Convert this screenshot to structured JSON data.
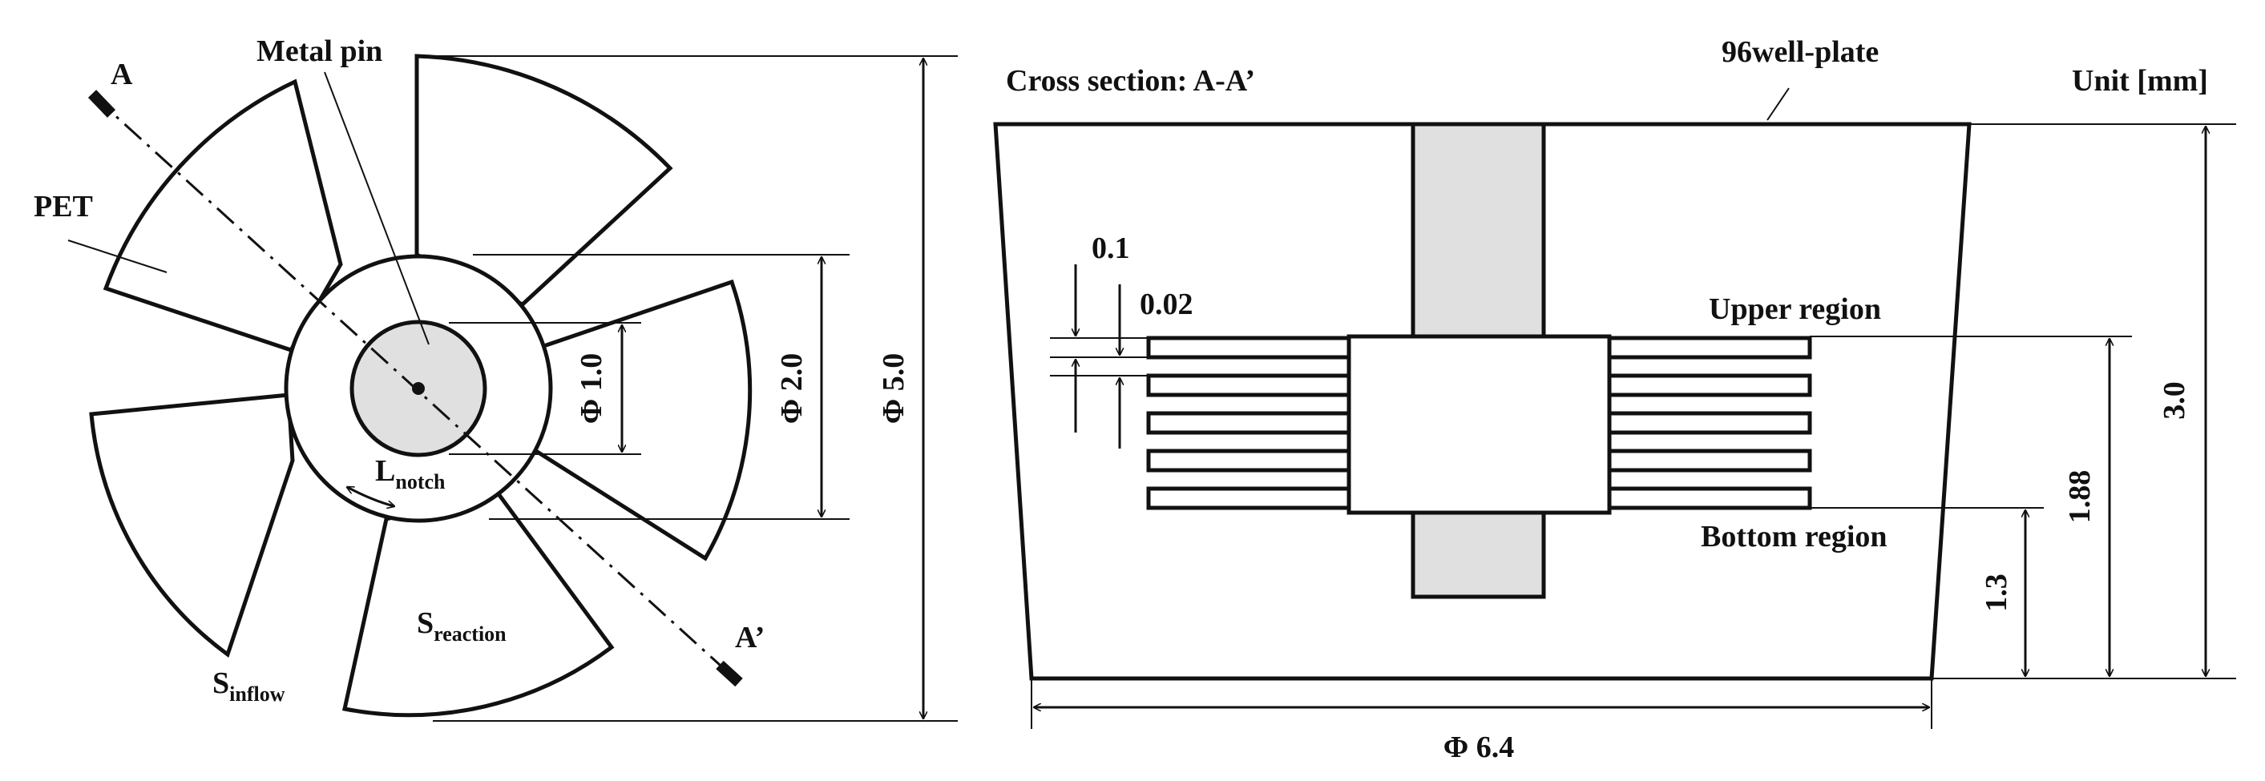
{
  "left_view": {
    "labels": {
      "metal_pin": "Metal pin",
      "pet": "PET",
      "section_start": "A",
      "section_end": "A’",
      "notch_main": "L",
      "notch_sub": "notch",
      "reaction_main": "S",
      "reaction_sub": "reaction",
      "inflow_main": "S",
      "inflow_sub": "inflow"
    },
    "dimensions": {
      "pin_diameter": "Φ 1.0",
      "hub_diameter": "Φ 2.0",
      "outer_diameter": "Φ 5.0"
    }
  },
  "right_view": {
    "labels": {
      "title": "Cross section: A-A’",
      "plate": "96well-plate",
      "unit": "Unit [mm]",
      "upper_region": "Upper region",
      "bottom_region": "Bottom region"
    },
    "dimensions": {
      "layer_pitch": "0.1",
      "layer_thickness": "0.02",
      "well_height": "3.0",
      "upper_height": "1.88",
      "bottom_height": "1.3",
      "well_diameter": "Φ 6.4"
    }
  },
  "colors": {
    "line": "#111111",
    "pin_fill": "#e0e0e0",
    "background": "#ffffff"
  }
}
